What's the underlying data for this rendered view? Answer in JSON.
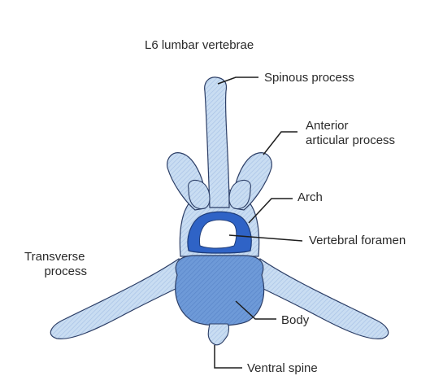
{
  "title": "L6 lumbar vertebrae",
  "labels": {
    "spinous_process": "Spinous process",
    "anterior_articular_line1": "Anterior",
    "anterior_articular_line2": "articular process",
    "arch": "Arch",
    "vertebral_foramen": "Vertebral foramen",
    "transverse_line1": "Transverse",
    "transverse_line2": "process",
    "body": "Body",
    "ventral_spine": "Ventral spine"
  },
  "colors": {
    "bone_light": "#c9ddf2",
    "bone_mid": "#a9c6ea",
    "bone_dark": "#4a7fce",
    "foramen_ring": "#2f63c6",
    "outline": "#2c3e66",
    "leader": "#1e1e1e"
  }
}
